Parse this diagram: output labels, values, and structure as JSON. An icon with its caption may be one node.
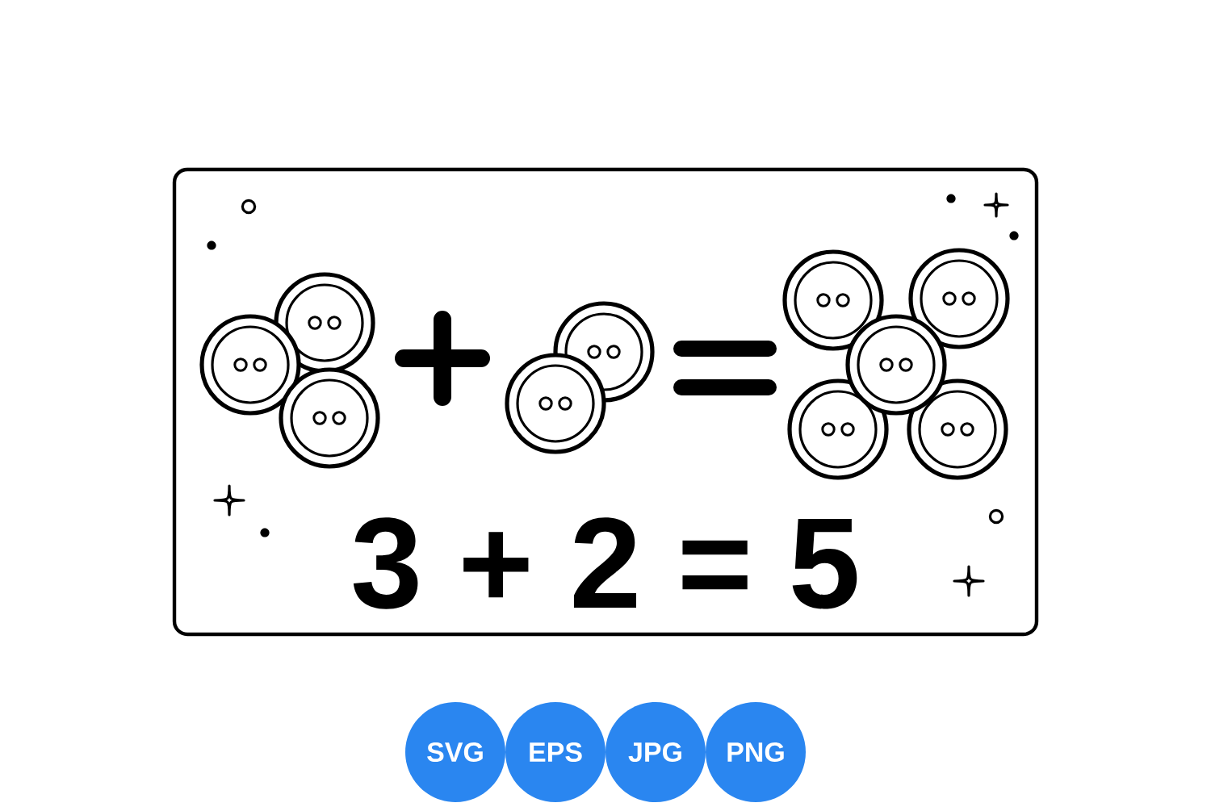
{
  "diagram": {
    "labels": [
      "3 + 2 = 5",
      "SVG",
      "EPS",
      "JPG",
      "PNG"
    ]
  }
}
